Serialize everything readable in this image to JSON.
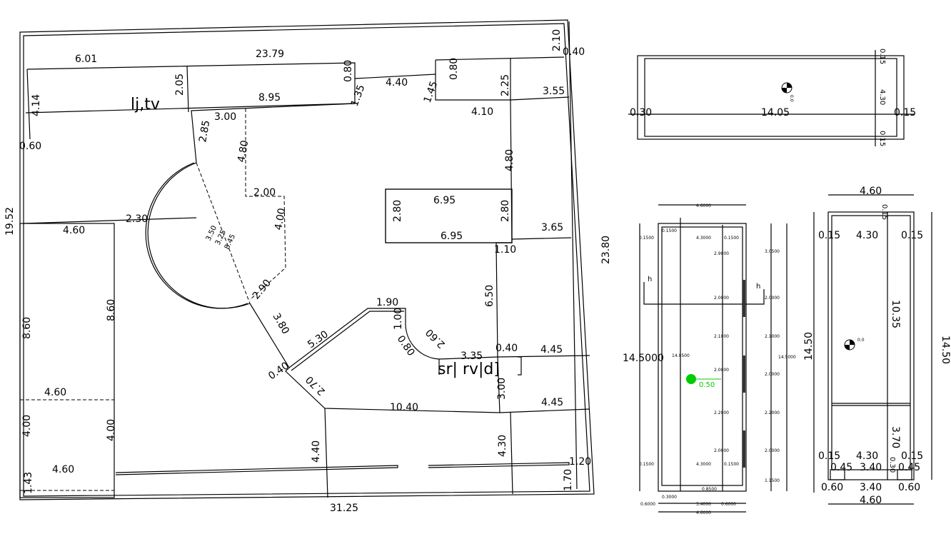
{
  "drawing": {
    "plan_labels": [
      "6.01",
      "23.79",
      "2.10",
      "0.40",
      "0.80",
      "0.80",
      "2.05",
      "4.14",
      "lj,tv",
      "8.95",
      "1.35",
      "4.40",
      "1.45",
      "2.25",
      "3.55",
      "4.10",
      "0.60",
      "2.85",
      "3.00",
      "4.80",
      "4.80",
      "2.00",
      "4.00",
      "19.52",
      "2.30",
      "4.60",
      "3.50",
      "3.25",
      "8.45",
      "6.95",
      "2.80",
      "2.80",
      "6.95",
      "3.65",
      "1.10",
      "23.80",
      "2.90",
      "6.50",
      "1.90",
      "1.00",
      "8.60",
      "8.60",
      "3.80",
      "5.30",
      "2.60",
      "0.80",
      "3.35",
      "0.40",
      "4.45",
      "0.40",
      "sr| rv|d]",
      "2.70",
      "4.60",
      "10.40",
      "3.00",
      "4.45",
      "4.00",
      "4.00",
      "4.40",
      "4.30",
      "1.20",
      "4.60",
      "1.43",
      "1.70",
      "31.25"
    ],
    "top_section": [
      "0.15",
      "0.30",
      "14.05",
      "0.15",
      "4.30",
      "0.15",
      "0.0"
    ],
    "mid_elevation": [
      "4.6000",
      "0.1500",
      "0.1500",
      "4.3000",
      "0.1500",
      "2.9000",
      "3.0500",
      "h",
      "h",
      "2.0000",
      "2.0000",
      "2.1000",
      "2.1000",
      "14.5000",
      "14.0500",
      "14.5000",
      "2.0000",
      "2.0000",
      "0.50",
      "2.2000",
      "2.2000",
      "2.0000",
      "2.0000",
      "0.1500",
      "4.3000",
      "0.1500",
      "1.1500",
      "0.8500",
      "0.3000",
      "0.6000",
      "3.4000",
      "0.6000",
      "4.6000"
    ],
    "right_elevation": [
      "4.60",
      "0.15",
      "0.15",
      "4.30",
      "0.15",
      "10.35",
      "14.50",
      "14.50",
      "0.0",
      "3.70",
      "0.15",
      "4.30",
      "0.15",
      "0.45",
      "3.40",
      "0.45",
      "0.60",
      "3.40",
      "0.60",
      "4.60",
      "0.30"
    ]
  },
  "colors": {
    "line": "#000000",
    "elevation_marker": "#00cc00"
  }
}
